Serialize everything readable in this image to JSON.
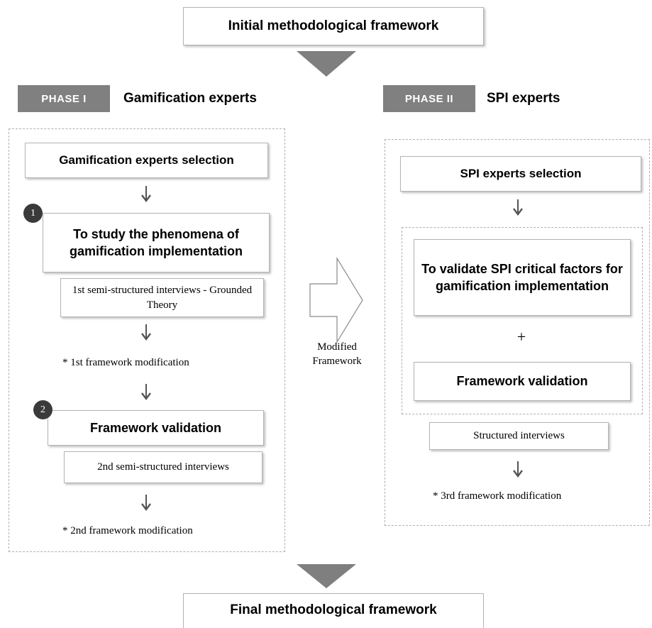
{
  "title_box": {
    "label": "Initial methodological framework"
  },
  "final_box": {
    "label": "Final methodological framework"
  },
  "phase1": {
    "badge": "PHASE I",
    "title": "Gamification experts",
    "selection": "Gamification experts selection",
    "step1_number": "1",
    "step1_label": "To study the phenomena of gamification implementation",
    "step1_method": "1st semi-structured interviews - Grounded Theory",
    "step1_note": "* 1st framework modification",
    "step2_number": "2",
    "step2_label": "Framework validation",
    "step2_method": "2nd semi-structured interviews",
    "step2_note": "* 2nd framework modification"
  },
  "transition": {
    "label": "Modified Framework"
  },
  "phase2": {
    "badge": "PHASE II",
    "title": "SPI experts",
    "selection": "SPI experts selection",
    "validate_label": "To validate SPI critical factors for gamification implementation",
    "plus": "+",
    "framework_validation": "Framework validation",
    "method": "Structured interviews",
    "note": "* 3rd framework modification"
  },
  "colors": {
    "badge": "#808080",
    "arrow": "#7f7f7f",
    "dashed": "#b0b0b0",
    "number_circle": "#3a3a3a"
  }
}
